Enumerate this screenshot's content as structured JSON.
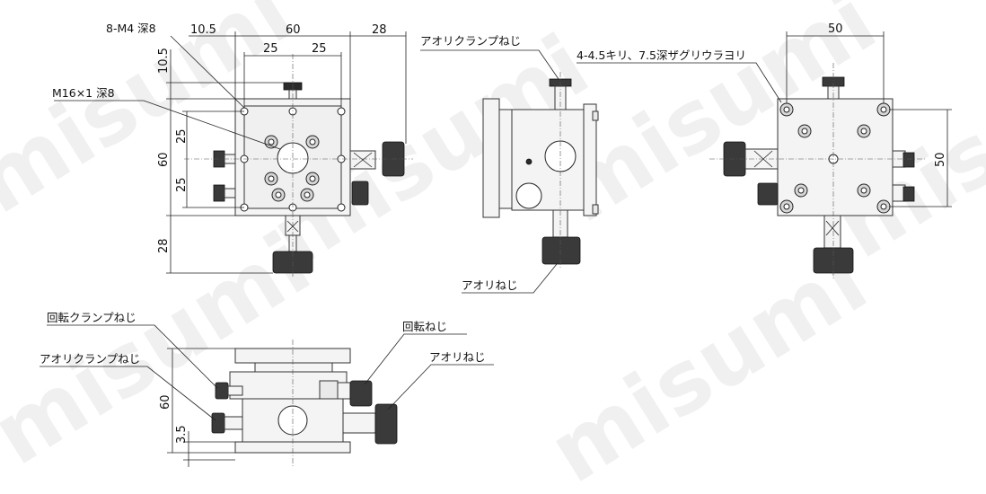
{
  "watermark": "misumi",
  "dimensions": {
    "top_10_5_h": "10.5",
    "top_60_h": "60",
    "top_28_h": "28",
    "top_25_a": "25",
    "top_25_b": "25",
    "left_10_5_v": "10.5",
    "left_25_a": "25",
    "left_60_v": "60",
    "left_25_b": "25",
    "left_28_v": "28",
    "right_50_h": "50",
    "right_50_v": "50",
    "bottom_60_v": "60",
    "bottom_3_5_v": "3.5"
  },
  "labels": {
    "m4_holes": "8-M4 深8",
    "m16_hole": "M16×1 深8",
    "tilt_clamp_top": "アオリクランプねじ",
    "tilt_screw_mid": "アオリねじ",
    "counterbore": "4-4.5キリ、7.5深ザグリウラヨリ",
    "rot_clamp": "回転クランプねじ",
    "tilt_clamp_bottom": "アオリクランプねじ",
    "rot_screw": "回転ねじ",
    "tilt_screw_bottom": "アオリねじ"
  }
}
